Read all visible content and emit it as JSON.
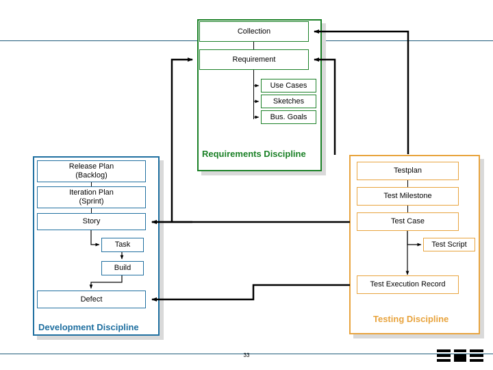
{
  "slide": {
    "page_number": "33"
  },
  "requirements": {
    "title": "Requirements Discipline",
    "boxes": [
      {
        "label": "Collection"
      },
      {
        "label": "Requirement"
      },
      {
        "label": "Use Cases"
      },
      {
        "label": "Sketches"
      },
      {
        "label": "Bus. Goals"
      }
    ],
    "color": "#1a8026"
  },
  "development": {
    "title": "Development Discipline",
    "boxes": [
      {
        "line1": "Release Plan",
        "line2": "(Backlog)"
      },
      {
        "line1": "Iteration Plan",
        "line2": "(Sprint)"
      },
      {
        "line1": "Story",
        "line2": ""
      },
      {
        "line1": "Task",
        "line2": ""
      },
      {
        "line1": "Build",
        "line2": ""
      },
      {
        "line1": "Defect",
        "line2": ""
      }
    ],
    "color": "#1f6fa0"
  },
  "testing": {
    "title": "Testing Discipline",
    "boxes": [
      {
        "label": "Testplan"
      },
      {
        "label": "Test Milestone"
      },
      {
        "label": "Test Case"
      },
      {
        "label": "Test Script"
      },
      {
        "label": "Test Execution Record"
      }
    ],
    "color": "#e8a33d"
  }
}
